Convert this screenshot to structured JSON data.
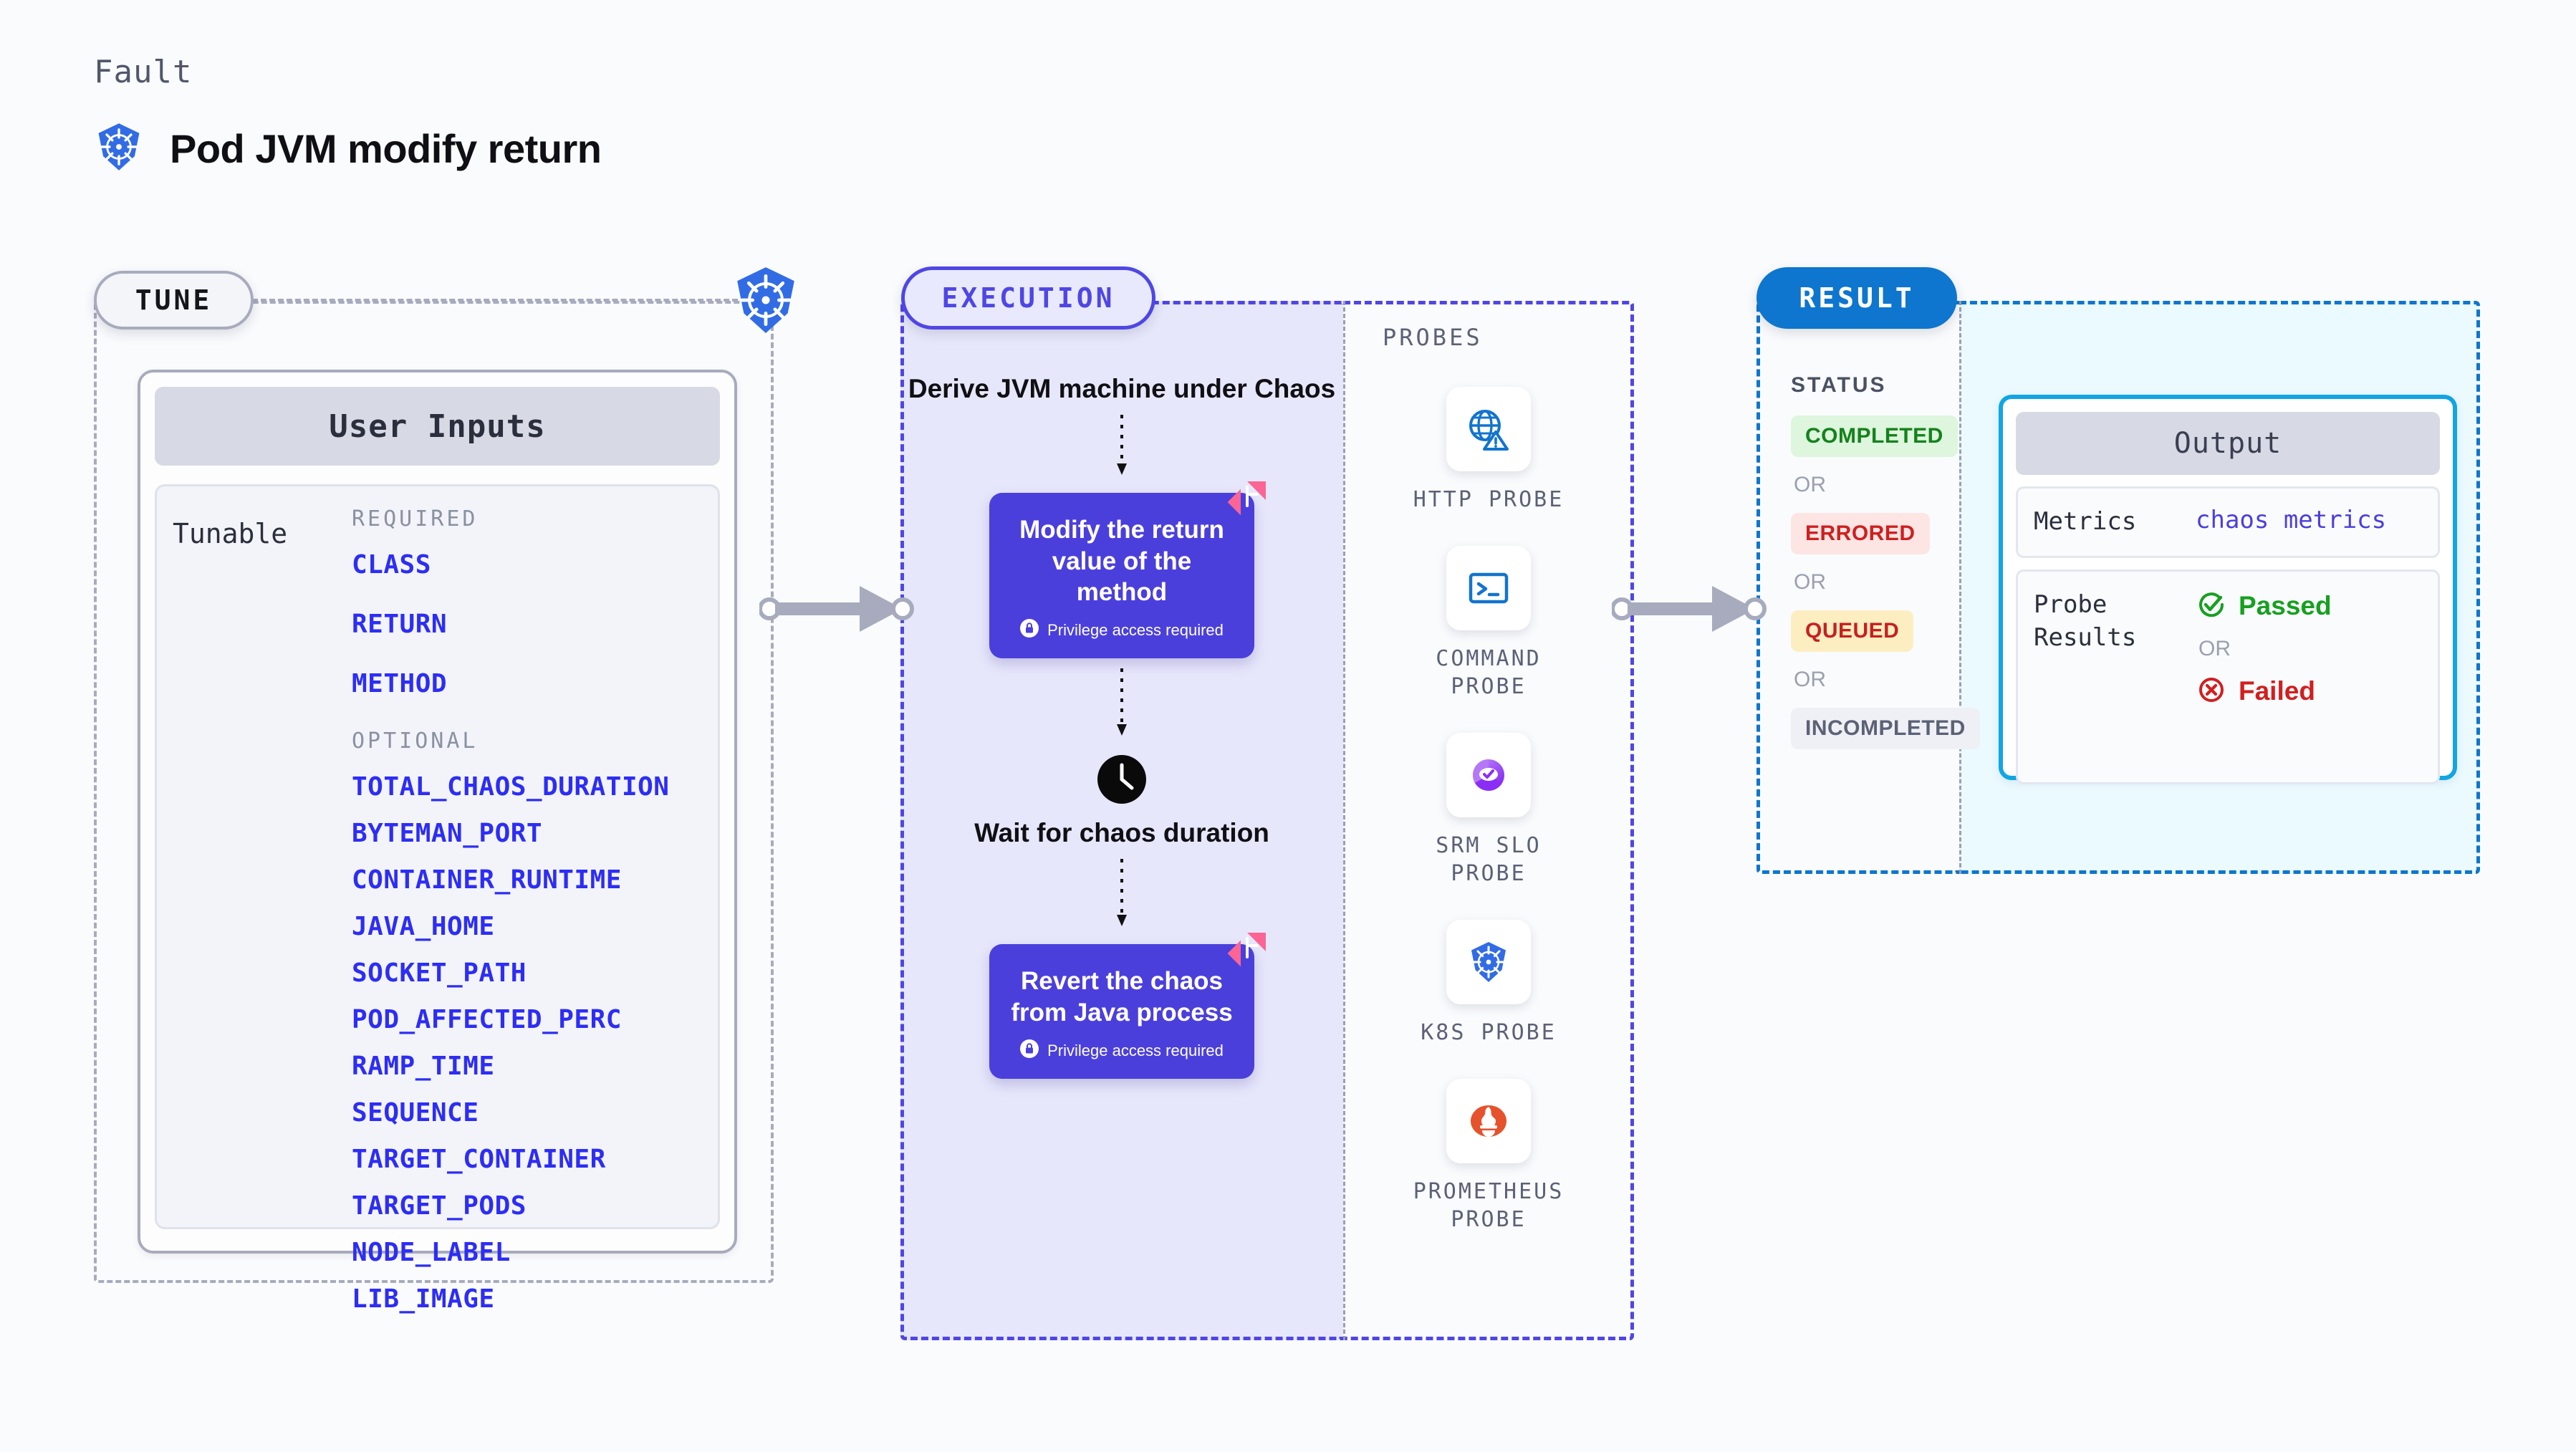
{
  "header": {
    "kicker": "Fault",
    "title": "Pod JVM modify return",
    "icon": "kubernetes-icon"
  },
  "tune": {
    "pill_label": "TUNE",
    "badge_icon": "kubernetes-icon",
    "card": {
      "header": "User Inputs",
      "row_label": "Tunable",
      "groups": [
        {
          "title": "REQUIRED",
          "params": [
            "CLASS",
            "RETURN",
            "METHOD"
          ]
        },
        {
          "title": "OPTIONAL",
          "params": [
            "TOTAL_CHAOS_DURATION",
            "BYTEMAN_PORT",
            "CONTAINER_RUNTIME",
            "JAVA_HOME",
            "SOCKET_PATH",
            "POD_AFFECTED_PERC",
            "RAMP_TIME",
            "SEQUENCE",
            "TARGET_CONTAINER",
            "TARGET_PODS",
            "NODE_LABEL",
            "LIB_IMAGE"
          ]
        }
      ]
    }
  },
  "execution": {
    "pill_label": "EXECUTION",
    "steps": [
      {
        "type": "text",
        "label": "Derive JVM machine under Chaos"
      },
      {
        "type": "box",
        "label": "Modify the return value of the method",
        "note": "Privilege access required",
        "badge": "litmus-badge",
        "lock": "lock-icon"
      },
      {
        "type": "clock",
        "label": "Wait for chaos duration",
        "icon": "clock-icon"
      },
      {
        "type": "box",
        "label": "Revert the chaos from Java process",
        "note": "Privilege access required",
        "badge": "litmus-badge",
        "lock": "lock-icon"
      }
    ]
  },
  "probes": {
    "title": "PROBES",
    "items": [
      {
        "name": "HTTP PROBE",
        "icon": "globe-warning-icon"
      },
      {
        "name": "COMMAND PROBE",
        "icon": "terminal-icon"
      },
      {
        "name": "SRM SLO PROBE",
        "icon": "slo-gauge-icon"
      },
      {
        "name": "K8S PROBE",
        "icon": "kubernetes-icon"
      },
      {
        "name": "PROMETHEUS PROBE",
        "icon": "prometheus-icon"
      }
    ]
  },
  "result": {
    "pill_label": "RESULT",
    "status_title": "STATUS",
    "or_label": "OR",
    "statuses": [
      {
        "label": "COMPLETED",
        "style": "st-completed",
        "color": "#15821c",
        "bg": "#ddf6dd"
      },
      {
        "label": "ERRORED",
        "style": "st-errored",
        "color": "#cd2020",
        "bg": "#fde5e3"
      },
      {
        "label": "QUEUED",
        "style": "st-queued",
        "color": "#c62020",
        "bg": "#fdeec2"
      },
      {
        "label": "INCOMPLETED",
        "style": "st-incompleted",
        "color": "#5c6176",
        "bg": "#eef0f5"
      }
    ],
    "output": {
      "header": "Output",
      "metrics_key": "Metrics",
      "metrics_value": "chaos metrics",
      "probe_key": "Probe Results",
      "passed": "Passed",
      "failed": "Failed",
      "or_label": "OR",
      "pass_icon": "check-circle-icon",
      "fail_icon": "x-circle-icon"
    }
  },
  "colors": {
    "background": "#fafbfd",
    "accent_purple": "#4f46e5",
    "box_purple": "#4b3fdc",
    "accent_blue": "#0e76ce",
    "output_border": "#12a5e3",
    "param_blue": "#2d2df5",
    "k8s_blue": "#326ce5",
    "litmus_pink": "#fa6596"
  }
}
